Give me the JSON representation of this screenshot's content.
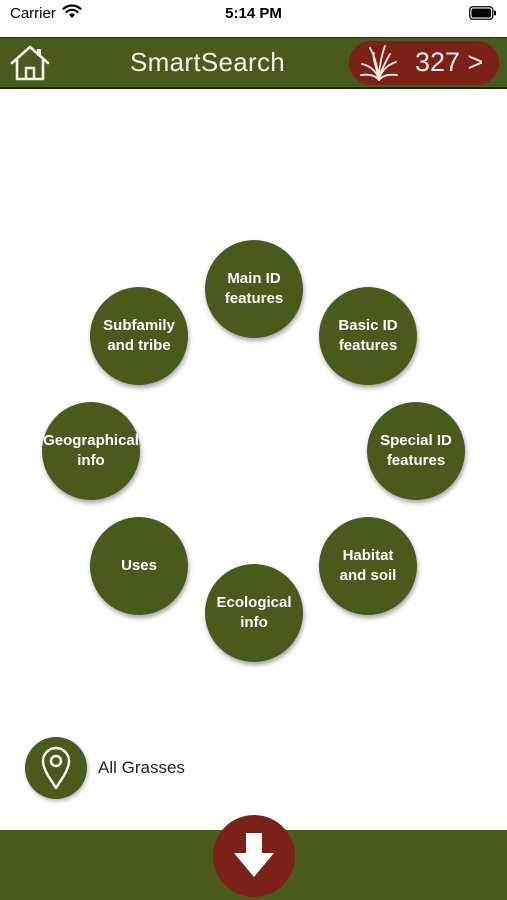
{
  "status_bar": {
    "carrier": "Carrier",
    "time": "5:14 PM"
  },
  "header": {
    "title": "SmartSearch",
    "results_count": "327 >",
    "home_icon": "home-icon",
    "grass_icon": "grass-icon"
  },
  "categories": [
    {
      "id": "main-id-features",
      "label": "Main ID\nfeatures"
    },
    {
      "id": "basic-id-features",
      "label": "Basic ID\nfeatures"
    },
    {
      "id": "special-id-features",
      "label": "Special ID\nfeatures"
    },
    {
      "id": "habitat-and-soil",
      "label": "Habitat\nand soil"
    },
    {
      "id": "ecological-info",
      "label": "Ecological\ninfo"
    },
    {
      "id": "uses",
      "label": "Uses"
    },
    {
      "id": "geographical-info",
      "label": "Geographical\ninfo"
    },
    {
      "id": "subfamily-and-tribe",
      "label": "Subfamily\nand tribe"
    }
  ],
  "location": {
    "label": "All Grasses",
    "icon": "map-pin-icon"
  },
  "footer": {
    "icon": "download-arrow-icon"
  },
  "colors": {
    "olive": "#4a5a1d",
    "maroon": "#7a2118",
    "text_light": "#ffffff"
  }
}
